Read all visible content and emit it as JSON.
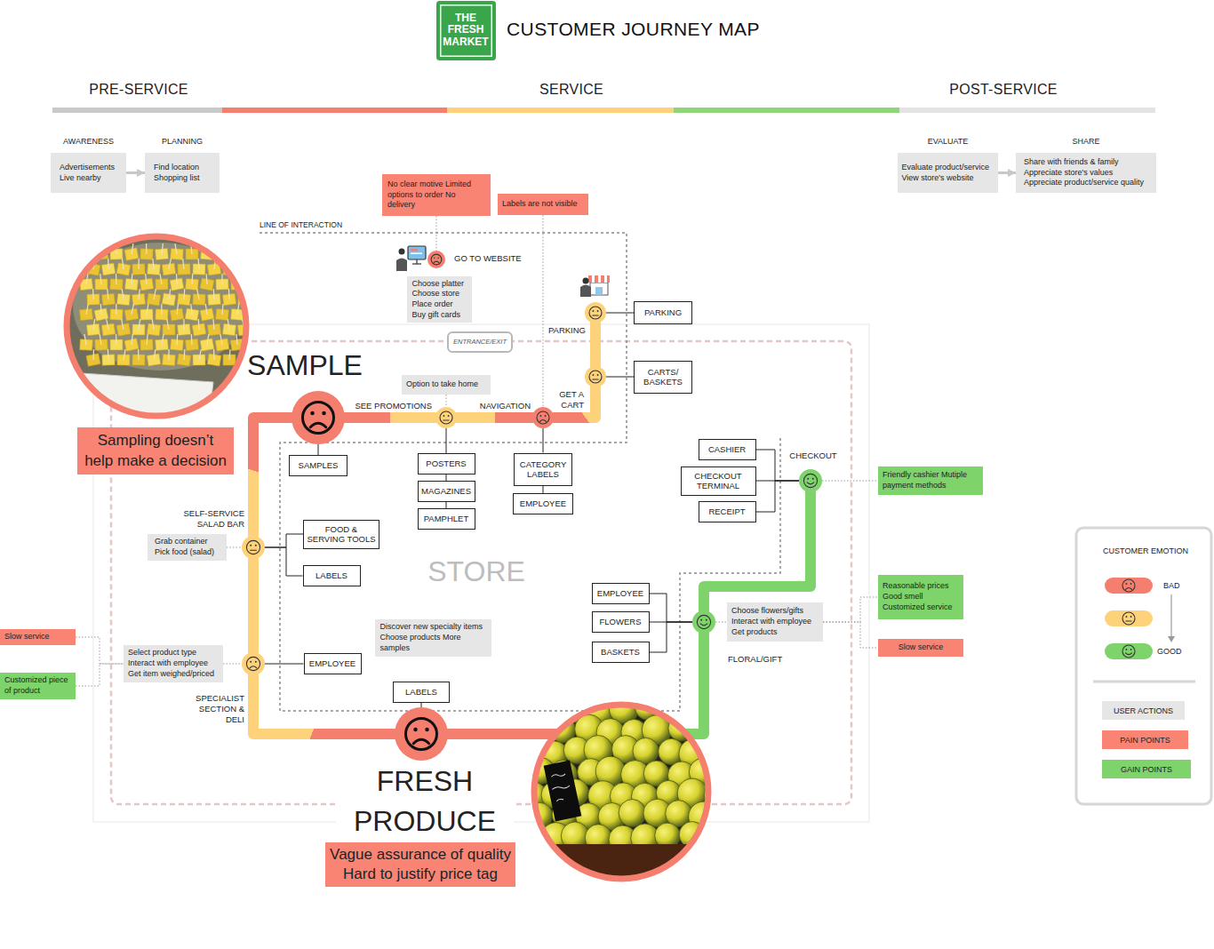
{
  "diagram": {
    "title": "CUSTOMER JOURNEY MAP",
    "nodes": [
      {
        "text": [
          "THE FRESH MARKET"
        ]
      },
      {
        "text": [
          "AWARENESS",
          "Advertisements Live nearby"
        ]
      },
      {
        "text": [
          "PLANNING",
          "Find location Shopping list"
        ]
      },
      {
        "text": [
          "EVALUATE",
          "Evaluate product/service View store's website"
        ]
      },
      {
        "text": [
          "SHARE",
          "Share with friends & family Appreciate store's values Appreciate product/service quality"
        ]
      },
      {
        "text": [
          "No clear motive Limited options to order No delivery"
        ]
      },
      {
        "text": [
          "Labels are not visible"
        ]
      },
      {
        "text": [
          "GO TO WEBSITE"
        ]
      },
      {
        "text": [
          "Choose platter Choose store Place order Buy gift cards"
        ]
      },
      {
        "text": [
          "PARKING"
        ]
      },
      {
        "text": [
          "PARKING"
        ]
      },
      {
        "text": [
          "ENTRANCE/EXIT"
        ]
      },
      {
        "text": [
          "GET A CART"
        ]
      },
      {
        "text": [
          "CARTS/ BASKETS"
        ]
      },
      {
        "text": [
          "SAMPLE"
        ]
      },
      {
        "text": [
          "Option to take home"
        ]
      },
      {
        "text": [
          "SEE PROMOTIONS"
        ]
      },
      {
        "text": [
          "NAVIGATION"
        ]
      },
      {
        "text": [
          "Sampling doesn’t help make a decision"
        ]
      },
      {
        "text": [
          "SAMPLES"
        ]
      },
      {
        "text": [
          "POSTERS"
        ]
      },
      {
        "text": [
          "CATEGORY LABELS"
        ]
      },
      {
        "text": [
          "CASHIER"
        ]
      },
      {
        "text": [
          "CHECKOUT"
        ]
      },
      {
        "text": [
          "Friendly cashier Mutiple payment methods"
        ]
      },
      {
        "text": [
          "CHECKOUT TERMINAL"
        ]
      },
      {
        "text": [
          "MAGAZINES"
        ]
      },
      {
        "text": [
          "EMPLOYEE"
        ]
      },
      {
        "text": [
          "RECEIPT"
        ]
      },
      {
        "text": [
          "PAMPHLET"
        ]
      },
      {
        "text": [
          "SELF-SERVICE SALAD BAR"
        ]
      },
      {
        "text": [
          "Grab container Pick food (salad)"
        ]
      },
      {
        "text": [
          "FOOD & SERVING TOOLS"
        ]
      },
      {
        "text": [
          "LABELS"
        ]
      },
      {
        "text": [
          "Reasonable prices Good smell Customized service"
        ]
      },
      {
        "text": [
          "EMPLOYEE"
        ]
      },
      {
        "text": [
          "FLORAL/GIFT"
        ]
      },
      {
        "text": [
          "Choose flowers/gifts Interact with employee Get products"
        ]
      },
      {
        "text": [
          "FLOWERS"
        ]
      },
      {
        "text": [
          "Slow service"
        ]
      },
      {
        "text": [
          "Discover new specialty items Choose products More samples"
        ]
      },
      {
        "text": [
          "Slow service"
        ]
      },
      {
        "text": [
          "Select product type Interact with employee Get item weighed/priced"
        ]
      },
      {
        "text": [
          "SPECIALIST SECTION & DELI"
        ]
      },
      {
        "text": [
          "EMPLOYEE"
        ]
      },
      {
        "text": [
          "Customized piece of product"
        ]
      },
      {
        "text": [
          "BASKETS"
        ]
      },
      {
        "text": [
          "LABELS"
        ]
      },
      {
        "text": [
          "FRESH PRODUCE"
        ]
      },
      {
        "text": [
          "Vague assurance of quality Hard to justify price tag"
        ]
      }
    ],
    "edges": [
      {
        "from": 1,
        "to": 2,
        "arrow": "to"
      },
      {
        "from": 3,
        "to": 4,
        "arrow": "to"
      },
      {
        "from": 5,
        "to": 7,
        "arrow": "none"
      },
      {
        "from": 6,
        "to": 17,
        "arrow": "none"
      },
      {
        "from": 15,
        "to": 16,
        "arrow": "none"
      },
      {
        "from": 9,
        "to": 12,
        "arrow": "none"
      },
      {
        "from": 12,
        "to": 17,
        "arrow": "none"
      },
      {
        "from": 17,
        "to": 16,
        "arrow": "none"
      },
      {
        "from": 16,
        "to": 14,
        "arrow": "none"
      },
      {
        "from": 14,
        "to": 30,
        "arrow": "none"
      },
      {
        "from": 30,
        "to": 43,
        "arrow": "none"
      },
      {
        "from": 43,
        "to": 48,
        "arrow": "none"
      },
      {
        "from": 48,
        "to": 36,
        "arrow": "none"
      },
      {
        "from": 36,
        "to": 23,
        "arrow": "none"
      },
      {
        "from": 9,
        "to": 10,
        "arrow": "none"
      },
      {
        "from": 12,
        "to": 13,
        "arrow": "none"
      },
      {
        "from": 17,
        "to": 21,
        "arrow": "none"
      },
      {
        "from": 21,
        "to": 27,
        "arrow": "none"
      },
      {
        "from": 16,
        "to": 20,
        "arrow": "none"
      },
      {
        "from": 20,
        "to": 26,
        "arrow": "none"
      },
      {
        "from": 26,
        "to": 29,
        "arrow": "none"
      },
      {
        "from": 14,
        "to": 19,
        "arrow": "none"
      },
      {
        "from": 30,
        "to": 32,
        "arrow": "none"
      },
      {
        "from": 30,
        "to": 33,
        "arrow": "none"
      },
      {
        "from": 31,
        "to": 30,
        "arrow": "none"
      },
      {
        "from": 42,
        "to": 43,
        "arrow": "none"
      },
      {
        "from": 41,
        "to": 42,
        "arrow": "none"
      },
      {
        "from": 45,
        "to": 42,
        "arrow": "none"
      },
      {
        "from": 43,
        "to": 44,
        "arrow": "none"
      },
      {
        "from": 48,
        "to": 47,
        "arrow": "none"
      },
      {
        "from": 36,
        "to": 35,
        "arrow": "none"
      },
      {
        "from": 36,
        "to": 38,
        "arrow": "none"
      },
      {
        "from": 36,
        "to": 46,
        "arrow": "none"
      },
      {
        "from": 36,
        "to": 37,
        "arrow": "none"
      },
      {
        "from": 37,
        "to": 34,
        "arrow": "none"
      },
      {
        "from": 37,
        "to": 39,
        "arrow": "none"
      },
      {
        "from": 23,
        "to": 22,
        "arrow": "none"
      },
      {
        "from": 23,
        "to": 25,
        "arrow": "none"
      },
      {
        "from": 23,
        "to": 28,
        "arrow": "none"
      },
      {
        "from": 23,
        "to": 24,
        "arrow": "none"
      }
    ],
    "labels": [
      "PRE-SERVICE",
      "SERVICE",
      "POST-SERVICE",
      "LINE OF INTERACTION",
      "STORE",
      "CUSTOMER EMOTION"
    ],
    "legend": [
      {
        "text": "BAD"
      },
      {
        "text": "GOOD"
      },
      {
        "text": "USER ACTIONS",
        "color": "#e6e6e6"
      },
      {
        "text": "PAIN POINTS",
        "color": "#f98474"
      },
      {
        "text": "GAIN POINTS",
        "color": "#7ed36b"
      }
    ]
  }
}
